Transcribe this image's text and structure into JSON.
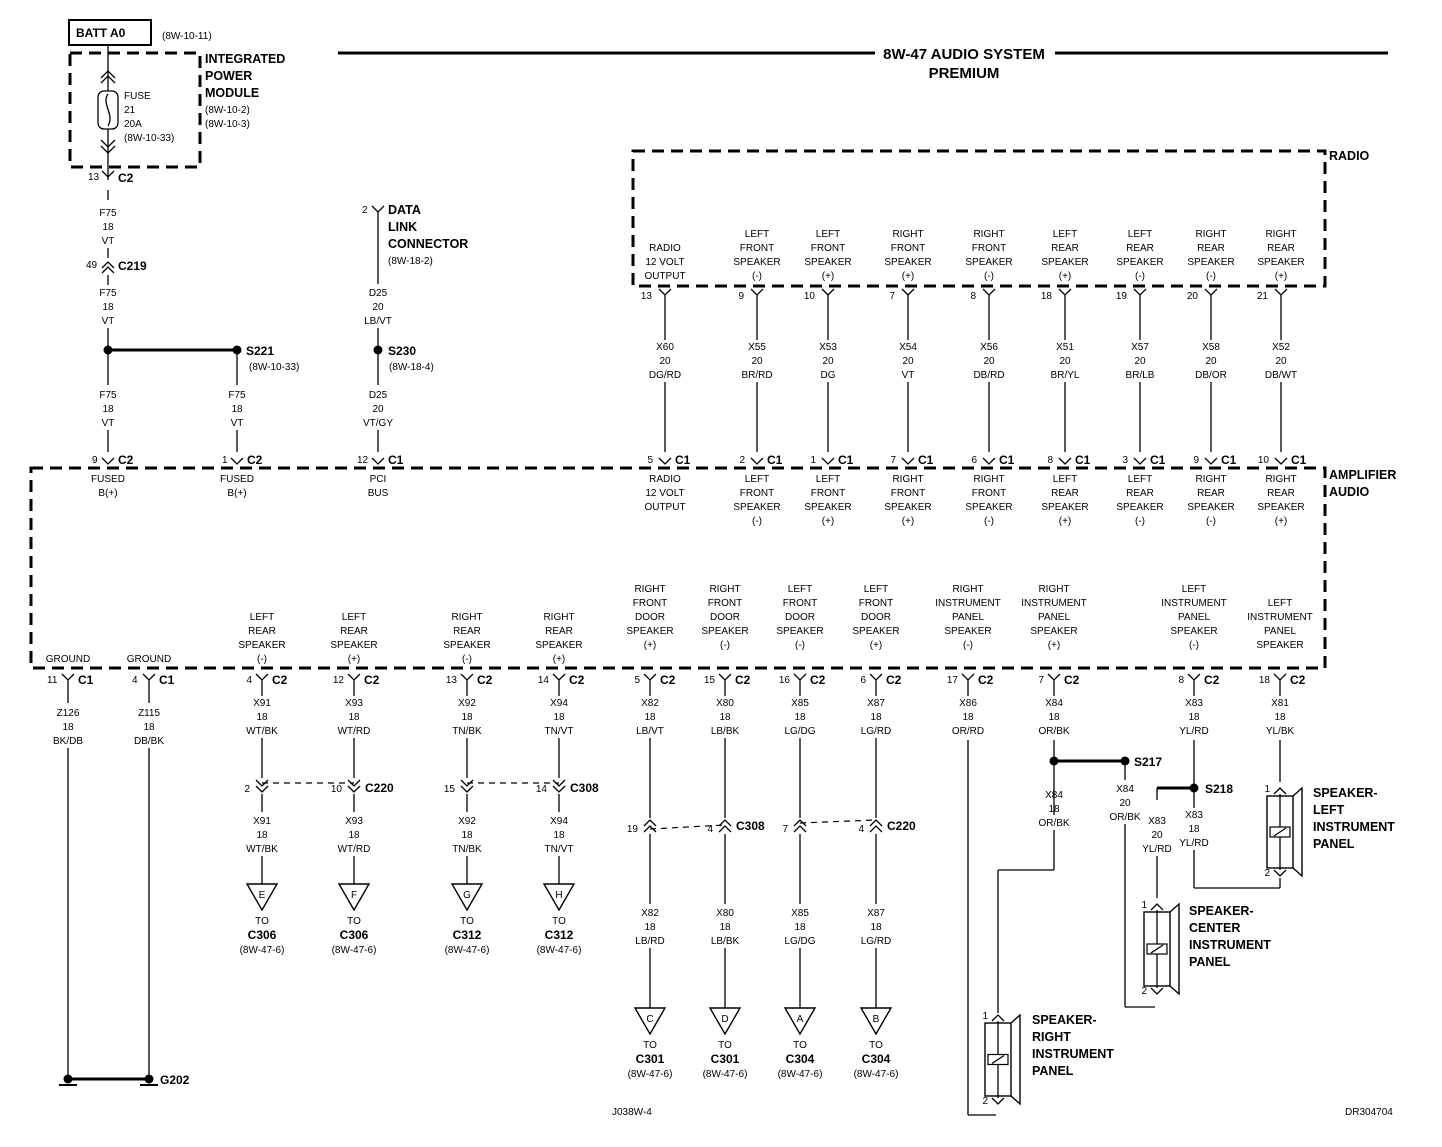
{
  "title": {
    "line1": "8W-47 AUDIO SYSTEM",
    "line2": "PREMIUM"
  },
  "footer": {
    "left": "J038W-4",
    "right": "DR304704"
  },
  "batt": {
    "label": "BATT A0",
    "ref": "(8W-10-11)"
  },
  "ipm": {
    "lines": [
      "INTEGRATED",
      "POWER",
      "MODULE"
    ],
    "refs": [
      "(8W-10-2)",
      "(8W-10-3)"
    ],
    "fuse": [
      "FUSE",
      "21",
      "20A",
      "(8W-10-33)"
    ]
  },
  "radio_label": "RADIO",
  "amp_label": [
    "AMPLIFIER",
    "AUDIO"
  ],
  "dlc": {
    "pin": "2",
    "lines": [
      "DATA",
      "LINK",
      "CONNECTOR"
    ],
    "ref": "(8W-18-2)"
  },
  "c2_top": {
    "pin": "13",
    "name": "C2"
  },
  "c219": {
    "pin": "49",
    "name": "C219"
  },
  "wires_left": [
    {
      "id": "f75a",
      "lines": [
        "F75",
        "18",
        "VT"
      ]
    },
    {
      "id": "f75b",
      "lines": [
        "F75",
        "18",
        "VT"
      ]
    },
    {
      "id": "f75c",
      "lines": [
        "F75",
        "18",
        "VT"
      ]
    },
    {
      "id": "f75d",
      "lines": [
        "F75",
        "18",
        "VT"
      ]
    },
    {
      "id": "d25a",
      "lines": [
        "D25",
        "20",
        "LB/VT"
      ]
    },
    {
      "id": "d25b",
      "lines": [
        "D25",
        "20",
        "VT/GY"
      ]
    }
  ],
  "splices": [
    {
      "name": "S221",
      "ref": "(8W-10-33)"
    },
    {
      "name": "S230",
      "ref": "(8W-18-4)"
    },
    {
      "name": "S217",
      "ref": ""
    },
    {
      "name": "S218",
      "ref": ""
    }
  ],
  "amp_left_inputs": [
    {
      "pin": "9",
      "conn": "C2",
      "lines": [
        "FUSED",
        "B(+)"
      ]
    },
    {
      "pin": "1",
      "conn": "C2",
      "lines": [
        "FUSED",
        "B(+)"
      ]
    },
    {
      "pin": "12",
      "conn": "C1",
      "lines": [
        "PCI",
        "BUS"
      ]
    }
  ],
  "radio_outputs": [
    {
      "radio": [
        "RADIO",
        "12 VOLT",
        "OUTPUT"
      ],
      "rpin": "13",
      "wire": [
        "X60",
        "20",
        "DG/RD"
      ],
      "apin": "5",
      "amp": [
        "RADIO",
        "12 VOLT",
        "OUTPUT"
      ]
    },
    {
      "radio": [
        "LEFT",
        "FRONT",
        "SPEAKER",
        "(-)"
      ],
      "rpin": "9",
      "wire": [
        "X55",
        "20",
        "BR/RD"
      ],
      "apin": "2",
      "amp": [
        "LEFT",
        "FRONT",
        "SPEAKER",
        "(-)"
      ]
    },
    {
      "radio": [
        "LEFT",
        "FRONT",
        "SPEAKER",
        "(+)"
      ],
      "rpin": "10",
      "wire": [
        "X53",
        "20",
        "DG"
      ],
      "apin": "1",
      "amp": [
        "LEFT",
        "FRONT",
        "SPEAKER",
        "(+)"
      ]
    },
    {
      "radio": [
        "RIGHT",
        "FRONT",
        "SPEAKER",
        "(+)"
      ],
      "rpin": "7",
      "wire": [
        "X54",
        "20",
        "VT"
      ],
      "apin": "7",
      "amp": [
        "RIGHT",
        "FRONT",
        "SPEAKER",
        "(+)"
      ]
    },
    {
      "radio": [
        "RIGHT",
        "FRONT",
        "SPEAKER",
        "(-)"
      ],
      "rpin": "8",
      "wire": [
        "X56",
        "20",
        "DB/RD"
      ],
      "apin": "6",
      "amp": [
        "RIGHT",
        "FRONT",
        "SPEAKER",
        "(-)"
      ]
    },
    {
      "radio": [
        "LEFT",
        "REAR",
        "SPEAKER",
        "(+)"
      ],
      "rpin": "18",
      "wire": [
        "X51",
        "20",
        "BR/YL"
      ],
      "apin": "8",
      "amp": [
        "LEFT",
        "REAR",
        "SPEAKER",
        "(+)"
      ]
    },
    {
      "radio": [
        "LEFT",
        "REAR",
        "SPEAKER",
        "(-)"
      ],
      "rpin": "19",
      "wire": [
        "X57",
        "20",
        "BR/LB"
      ],
      "apin": "3",
      "amp": [
        "LEFT",
        "REAR",
        "SPEAKER",
        "(-)"
      ]
    },
    {
      "radio": [
        "RIGHT",
        "REAR",
        "SPEAKER",
        "(-)"
      ],
      "rpin": "20",
      "wire": [
        "X58",
        "20",
        "DB/OR"
      ],
      "apin": "9",
      "amp": [
        "RIGHT",
        "REAR",
        "SPEAKER",
        "(-)"
      ]
    },
    {
      "radio": [
        "RIGHT",
        "REAR",
        "SPEAKER",
        "(+)"
      ],
      "rpin": "21",
      "wire": [
        "X52",
        "20",
        "DB/WT"
      ],
      "apin": "10",
      "amp": [
        "RIGHT",
        "REAR",
        "SPEAKER",
        "(+)"
      ]
    }
  ],
  "amp_c1": "C1",
  "grounds": [
    {
      "label": "GROUND",
      "pin": "11",
      "conn": "C1",
      "wire": [
        "Z126",
        "18",
        "BK/DB"
      ]
    },
    {
      "label": "GROUND",
      "pin": "4",
      "conn": "C1",
      "wire": [
        "Z115",
        "18",
        "DB/BK"
      ]
    }
  ],
  "g202": "G202",
  "rear_outputs": [
    {
      "label": [
        "LEFT",
        "REAR",
        "SPEAKER",
        "(-)"
      ],
      "pin": "4",
      "conn": "C2",
      "w1": [
        "X91",
        "18",
        "WT/BK"
      ],
      "ipin": "2",
      "w2": [
        "X91",
        "18",
        "WT/BK"
      ],
      "tgt": "E",
      "to": "TO",
      "dest": "C306",
      "ref": "(8W-47-6)"
    },
    {
      "label": [
        "LEFT",
        "REAR",
        "SPEAKER",
        "(+)"
      ],
      "pin": "12",
      "conn": "C2",
      "w1": [
        "X93",
        "18",
        "WT/RD"
      ],
      "ipin": "10",
      "w2": [
        "X93",
        "18",
        "WT/RD"
      ],
      "tgt": "F",
      "to": "TO",
      "dest": "C306",
      "ref": "(8W-47-6)"
    },
    {
      "label": [
        "RIGHT",
        "REAR",
        "SPEAKER",
        "(-)"
      ],
      "pin": "13",
      "conn": "C2",
      "w1": [
        "X92",
        "18",
        "TN/BK"
      ],
      "ipin": "15",
      "w2": [
        "X92",
        "18",
        "TN/BK"
      ],
      "tgt": "G",
      "to": "TO",
      "dest": "C312",
      "ref": "(8W-47-6)"
    },
    {
      "label": [
        "RIGHT",
        "REAR",
        "SPEAKER",
        "(+)"
      ],
      "pin": "14",
      "conn": "C2",
      "w1": [
        "X94",
        "18",
        "TN/VT"
      ],
      "ipin": "14",
      "w2": [
        "X94",
        "18",
        "TN/VT"
      ],
      "tgt": "H",
      "to": "TO",
      "dest": "C312",
      "ref": "(8W-47-6)"
    }
  ],
  "inline_rear": [
    {
      "name": "C220"
    },
    {
      "name": "C308"
    }
  ],
  "door_outputs": [
    {
      "label": [
        "RIGHT",
        "FRONT",
        "DOOR",
        "SPEAKER",
        "(+)"
      ],
      "pin": "5",
      "conn": "C2",
      "w1": [
        "X82",
        "18",
        "LB/VT"
      ],
      "ipin": "19",
      "w2": [
        "X82",
        "18",
        "LB/RD"
      ],
      "tgt": "C",
      "to": "TO",
      "dest": "C301",
      "ref": "(8W-47-6)"
    },
    {
      "label": [
        "RIGHT",
        "FRONT",
        "DOOR",
        "SPEAKER",
        "(-)"
      ],
      "pin": "15",
      "conn": "C2",
      "w1": [
        "X80",
        "18",
        "LB/BK"
      ],
      "ipin": "4",
      "w2": [
        "X80",
        "18",
        "LB/BK"
      ],
      "tgt": "D",
      "to": "TO",
      "dest": "C301",
      "ref": "(8W-47-6)"
    },
    {
      "label": [
        "LEFT",
        "FRONT",
        "DOOR",
        "SPEAKER",
        "(-)"
      ],
      "pin": "16",
      "conn": "C2",
      "w1": [
        "X85",
        "18",
        "LG/DG"
      ],
      "ipin": "7",
      "w2": [
        "X85",
        "18",
        "LG/DG"
      ],
      "tgt": "A",
      "to": "TO",
      "dest": "C304",
      "ref": "(8W-47-6)"
    },
    {
      "label": [
        "LEFT",
        "FRONT",
        "DOOR",
        "SPEAKER",
        "(+)"
      ],
      "pin": "6",
      "conn": "C2",
      "w1": [
        "X87",
        "18",
        "LG/RD"
      ],
      "ipin": "4",
      "w2": [
        "X87",
        "18",
        "LG/RD"
      ],
      "tgt": "B",
      "to": "TO",
      "dest": "C304",
      "ref": "(8W-47-6)"
    }
  ],
  "inline_door": [
    {
      "name": "C308"
    },
    {
      "name": "C220"
    }
  ],
  "ip_outputs": [
    {
      "label": [
        "RIGHT",
        "INSTRUMENT",
        "PANEL",
        "SPEAKER",
        "(-)"
      ],
      "pin": "17",
      "conn": "C2",
      "w1": [
        "X86",
        "18",
        "OR/RD"
      ]
    },
    {
      "label": [
        "RIGHT",
        "INSTRUMENT",
        "PANEL",
        "SPEAKER",
        "(+)"
      ],
      "pin": "7",
      "conn": "C2",
      "w1": [
        "X84",
        "18",
        "OR/BK"
      ]
    },
    {
      "label": [
        "LEFT",
        "INSTRUMENT",
        "PANEL",
        "SPEAKER",
        "(-)"
      ],
      "pin": "8",
      "conn": "C2",
      "w1": [
        "X83",
        "18",
        "YL/RD"
      ]
    },
    {
      "label": [
        "LEFT",
        "INSTRUMENT",
        "PANEL",
        "SPEAKER"
      ],
      "pin": "18",
      "conn": "C2",
      "w1": [
        "X81",
        "18",
        "YL/BK"
      ]
    }
  ],
  "ip_wires": {
    "x84b": [
      "X84",
      "18",
      "OR/BK"
    ],
    "x84c": [
      "X84",
      "20",
      "OR/BK"
    ],
    "x83b": [
      "X83",
      "20",
      "YL/RD"
    ],
    "x83c": [
      "X83",
      "18",
      "YL/RD"
    ]
  },
  "speakers": [
    {
      "lines": [
        "SPEAKER-",
        "LEFT",
        "INSTRUMENT",
        "PANEL"
      ],
      "p1": "1",
      "p2": "2"
    },
    {
      "lines": [
        "SPEAKER-",
        "CENTER",
        "INSTRUMENT",
        "PANEL"
      ],
      "p1": "1",
      "p2": "2"
    },
    {
      "lines": [
        "SPEAKER-",
        "RIGHT",
        "INSTRUMENT",
        "PANEL"
      ],
      "p1": "1",
      "p2": "2"
    }
  ]
}
